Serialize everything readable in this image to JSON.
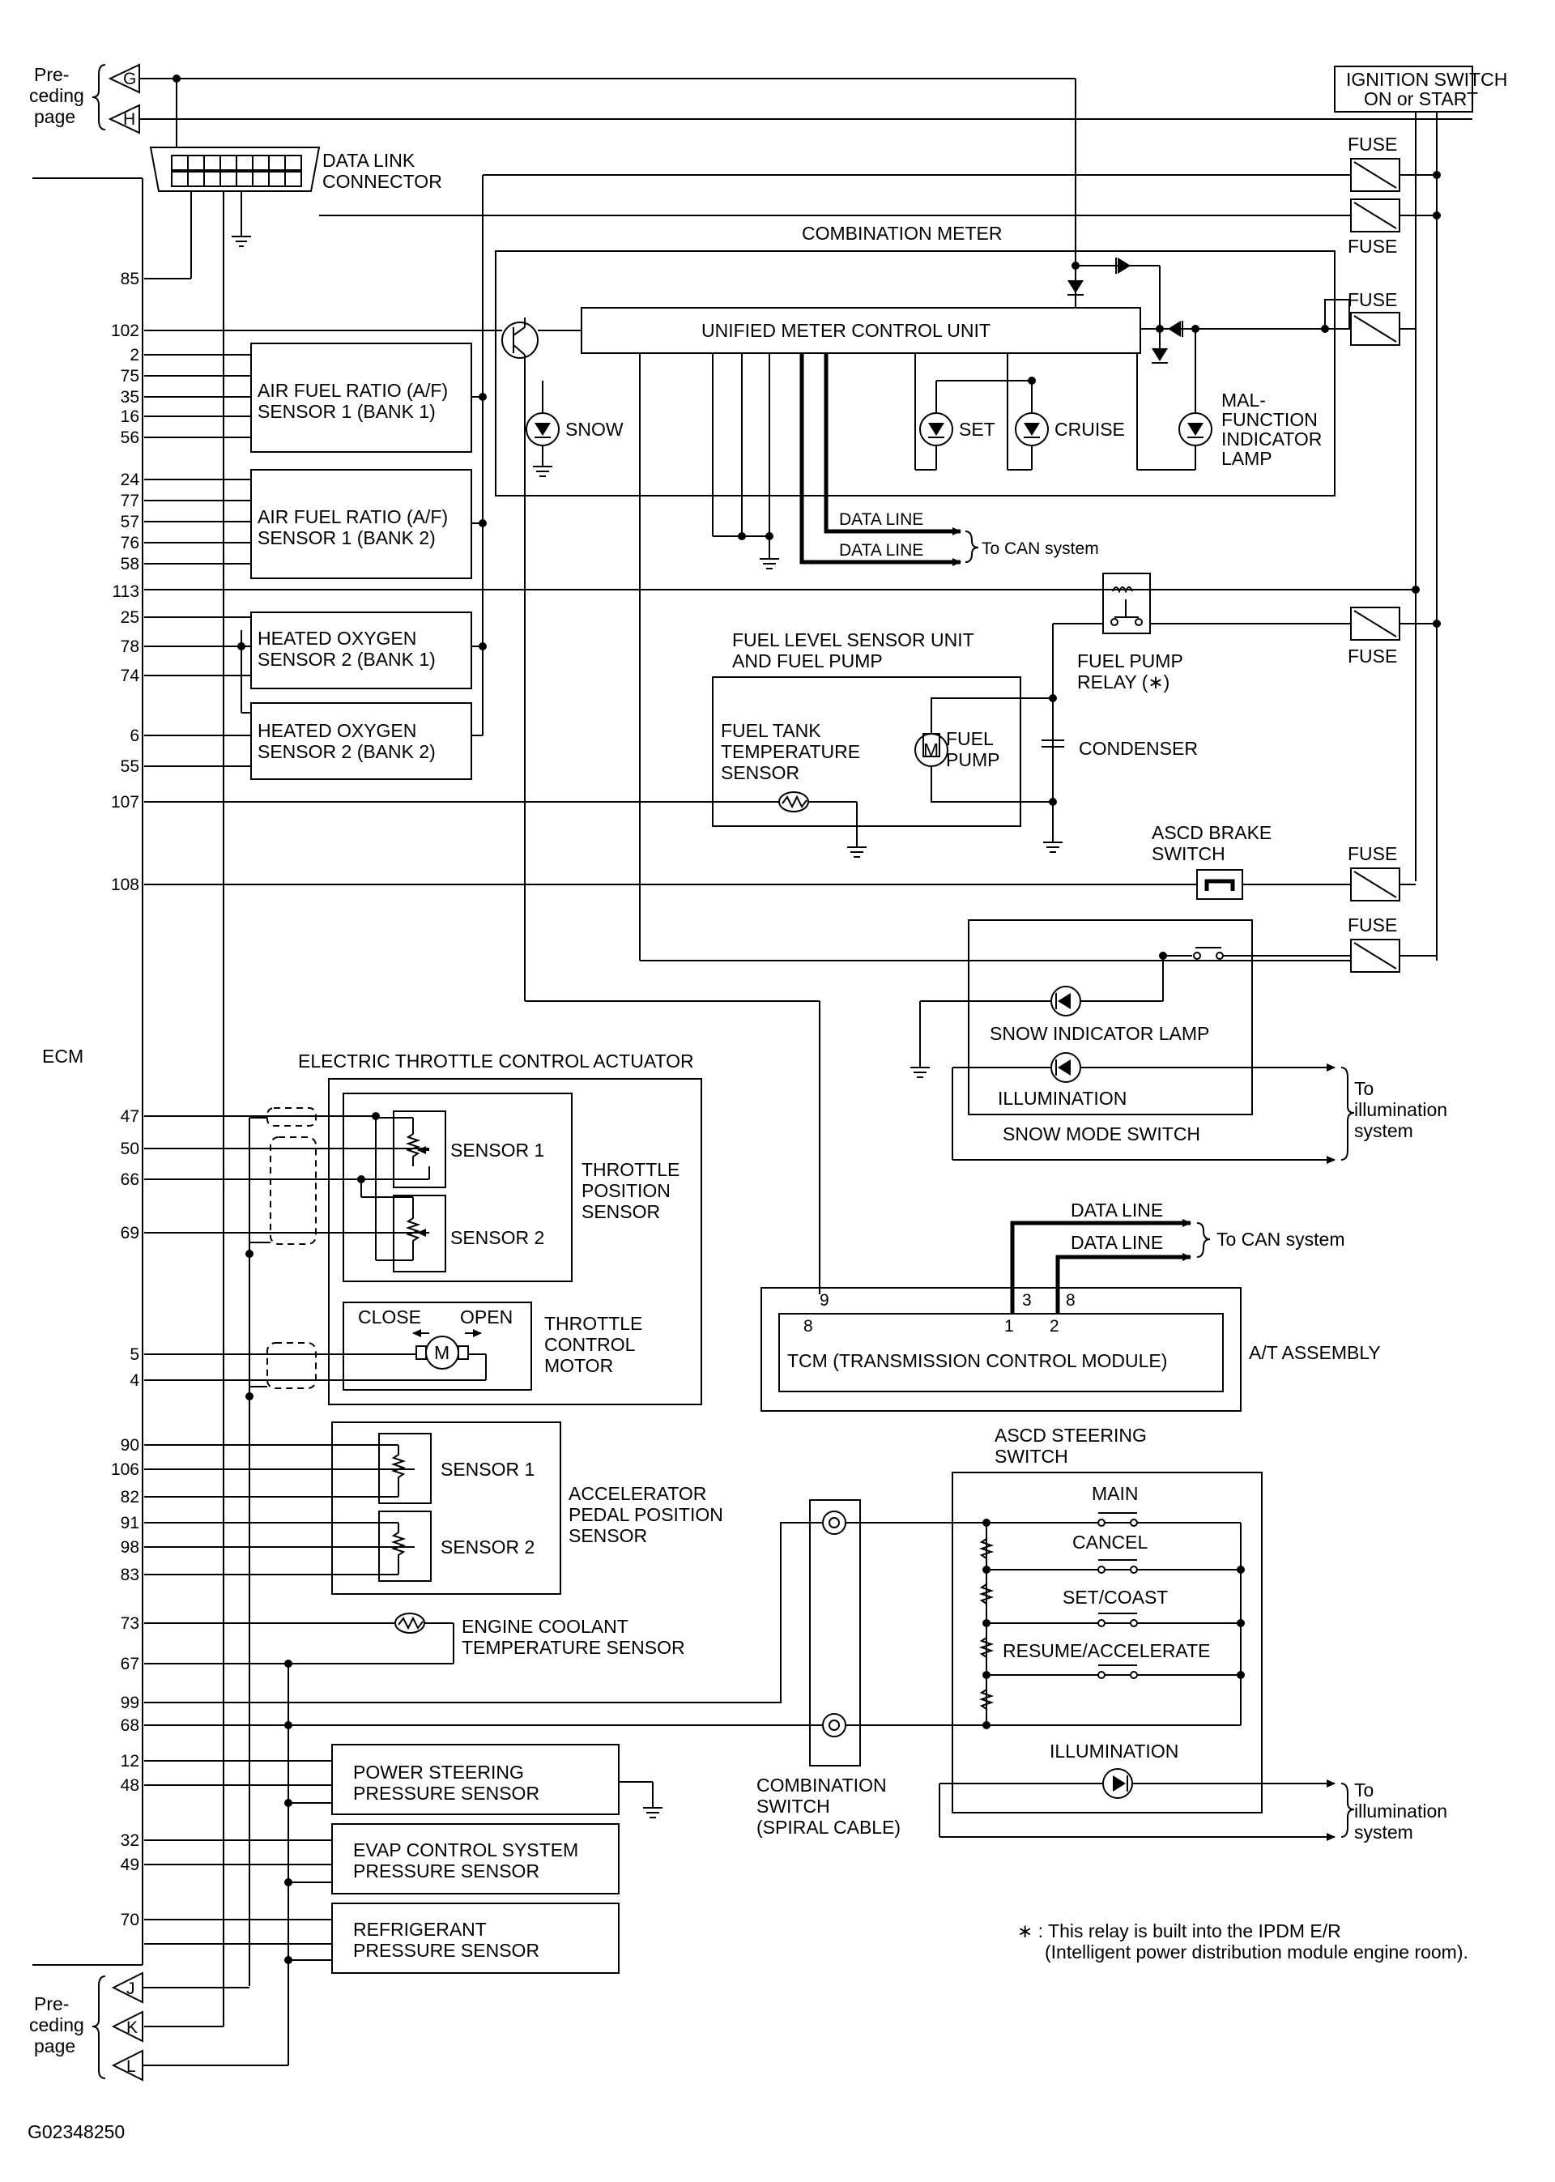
{
  "connectors": {
    "preceding_top": {
      "label": [
        "Pre-",
        "ceding",
        "page"
      ],
      "letters": [
        "G",
        "H"
      ]
    },
    "preceding_bottom": {
      "label": [
        "Pre-",
        "ceding",
        "page"
      ],
      "letters": [
        "J",
        "K",
        "L"
      ]
    }
  },
  "ecm": {
    "label": "ECM",
    "pins": [
      "85",
      "102",
      "2",
      "75",
      "35",
      "16",
      "56",
      "24",
      "77",
      "57",
      "76",
      "58",
      "113",
      "25",
      "78",
      "74",
      "6",
      "55",
      "107",
      "108",
      "47",
      "50",
      "66",
      "69",
      "5",
      "4",
      "90",
      "106",
      "82",
      "91",
      "98",
      "83",
      "73",
      "67",
      "99",
      "68",
      "12",
      "48",
      "32",
      "49",
      "70"
    ]
  },
  "components": {
    "ignition": [
      "IGNITION SWITCH",
      "ON or START"
    ],
    "fuse": "FUSE",
    "data_link": [
      "DATA LINK",
      "CONNECTOR"
    ],
    "combination_meter": "COMBINATION METER",
    "unified_meter": "UNIFIED METER CONTROL UNIT",
    "snow": "SNOW",
    "set": "SET",
    "cruise": "CRUISE",
    "mil": [
      "MAL-",
      "FUNCTION",
      "INDICATOR",
      "LAMP"
    ],
    "data_line": "DATA LINE",
    "to_can": "To CAN system",
    "af_bank1": [
      "AIR FUEL RATIO (A/F)",
      "SENSOR 1 (BANK 1)"
    ],
    "af_bank2": [
      "AIR FUEL RATIO (A/F)",
      "SENSOR 1 (BANK 2)"
    ],
    "ho2_bank1": [
      "HEATED OXYGEN",
      "SENSOR 2 (BANK 1)"
    ],
    "ho2_bank2": [
      "HEATED OXYGEN",
      "SENSOR 2 (BANK 2)"
    ],
    "fuel_unit": [
      "FUEL LEVEL SENSOR UNIT",
      "AND FUEL PUMP"
    ],
    "fuel_tank_temp": [
      "FUEL TANK",
      "TEMPERATURE",
      "SENSOR"
    ],
    "fuel_pump": [
      "FUEL",
      "PUMP"
    ],
    "fuel_pump_relay": [
      "FUEL PUMP",
      "RELAY (∗)"
    ],
    "condenser": "CONDENSER",
    "ascd_brake": [
      "ASCD BRAKE",
      "SWITCH"
    ],
    "snow_indicator": "SNOW INDICATOR LAMP",
    "illumination_upper": "ILLUMINATION",
    "snow_mode": "SNOW MODE SWITCH",
    "to_illumination": [
      "To",
      "illumination",
      "system"
    ],
    "etc_actuator": "ELECTRIC THROTTLE CONTROL ACTUATOR",
    "sensor1": "SENSOR 1",
    "sensor2": "SENSOR 2",
    "tps": [
      "THROTTLE",
      "POSITION",
      "SENSOR"
    ],
    "close": "CLOSE",
    "open": "OPEN",
    "tcm_motor": [
      "THROTTLE",
      "CONTROL",
      "MOTOR"
    ],
    "tcm": "TCM (TRANSMISSION CONTROL MODULE)",
    "at_assembly": "A/T ASSEMBLY",
    "tcm_pins": [
      "9",
      "3",
      "8",
      "8",
      "1",
      "2"
    ],
    "apps": [
      "ACCELERATOR",
      "PEDAL POSITION",
      "SENSOR"
    ],
    "ascd_steering": [
      "ASCD STEERING",
      "SWITCH"
    ],
    "main": "MAIN",
    "cancel": "CANCEL",
    "set_coast": "SET/COAST",
    "resume": "RESUME/ACCELERATE",
    "illumination_lower": "ILLUMINATION",
    "combination_switch": [
      "COMBINATION",
      "SWITCH",
      "(SPIRAL CABLE)"
    ],
    "ect": [
      "ENGINE COOLANT",
      "TEMPERATURE SENSOR"
    ],
    "ps_sensor": [
      "POWER STEERING",
      "PRESSURE SENSOR"
    ],
    "evap": [
      "EVAP CONTROL SYSTEM",
      "PRESSURE SENSOR"
    ],
    "refrigerant": [
      "REFRIGERANT",
      "PRESSURE SENSOR"
    ]
  },
  "footnote": [
    "∗ : This relay is built into the IPDM E/R",
    "(Intelligent power distribution module engine room)."
  ],
  "figure_code": "G02348250"
}
